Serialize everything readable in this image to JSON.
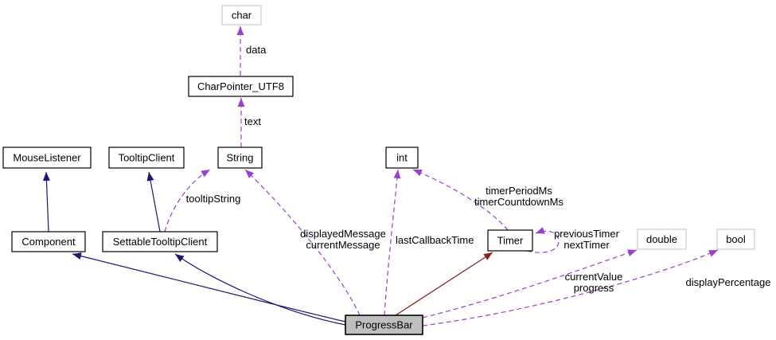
{
  "diagram": {
    "type": "collaboration-graph",
    "background": "#ffffff",
    "colors": {
      "inheritance_edge": "#191970",
      "private_inheritance_edge": "#8b2323",
      "usage_edge": "#9c3ecf",
      "linked_node_border": "#000000",
      "plain_node_border": "#c0c0c0",
      "focus_node_fill": "#bfbfbf",
      "text": "#000000"
    },
    "nodes": {
      "char": {
        "label": "char"
      },
      "charpointer_utf8": {
        "label": "CharPointer_UTF8"
      },
      "mouselistener": {
        "label": "MouseListener"
      },
      "tooltipclient": {
        "label": "TooltipClient"
      },
      "string": {
        "label": "String"
      },
      "int": {
        "label": "int"
      },
      "component": {
        "label": "Component"
      },
      "settabletooltipclient": {
        "label": "SettableTooltipClient"
      },
      "timer": {
        "label": "Timer"
      },
      "double": {
        "label": "double"
      },
      "bool": {
        "label": "bool"
      },
      "progressbar": {
        "label": "ProgressBar"
      }
    },
    "edge_labels": {
      "data": "data",
      "text": "text",
      "tooltip_string": "tooltipString",
      "displayed_message": [
        "displayedMessage",
        "currentMessage"
      ],
      "last_callback_time": "lastCallbackTime",
      "timer_period": [
        "timerPeriodMs",
        "timerCountdownMs"
      ],
      "previous_timer": [
        "previousTimer",
        "nextTimer"
      ],
      "current_value": [
        "currentValue",
        "progress"
      ],
      "display_percentage": "displayPercentage"
    }
  }
}
